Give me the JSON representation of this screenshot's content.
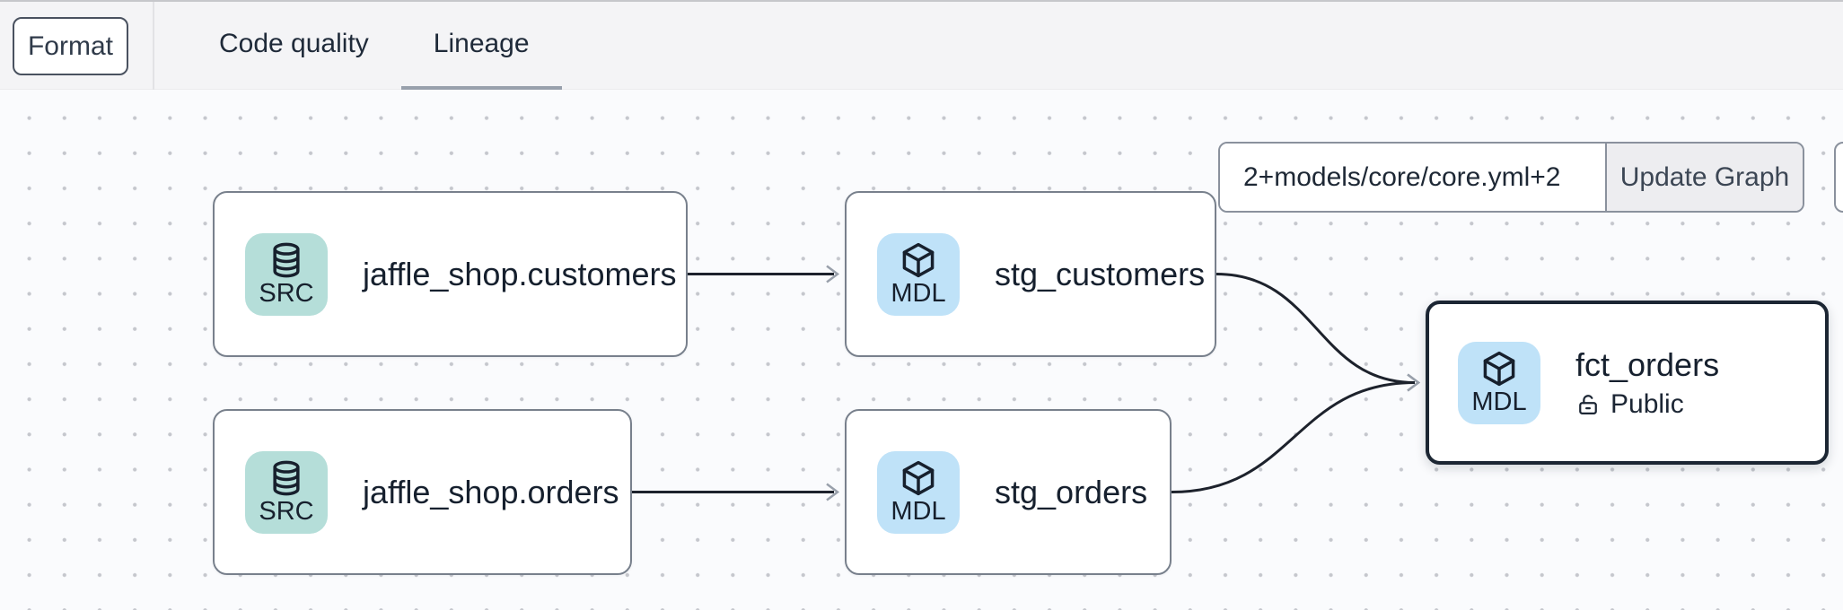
{
  "header": {
    "format_button": "Format",
    "tabs": [
      {
        "label": "Code quality",
        "active": false
      },
      {
        "label": "Lineage",
        "active": true
      }
    ]
  },
  "toolbar": {
    "selector_value": "2+models/core/core.yml+2",
    "update_button": "Update Graph"
  },
  "graph": {
    "nodes": [
      {
        "id": "src_customers",
        "label": "jaffle_shop.customers",
        "badge": "SRC",
        "icon": "database-icon",
        "accent": "#b5ded9",
        "selected": false
      },
      {
        "id": "stg_customers",
        "label": "stg_customers",
        "badge": "MDL",
        "icon": "cube-icon",
        "accent": "#bfe2f8",
        "selected": false
      },
      {
        "id": "src_orders",
        "label": "jaffle_shop.orders",
        "badge": "SRC",
        "icon": "database-icon",
        "accent": "#b5ded9",
        "selected": false
      },
      {
        "id": "stg_orders",
        "label": "stg_orders",
        "badge": "MDL",
        "icon": "cube-icon",
        "accent": "#bfe2f8",
        "selected": false
      },
      {
        "id": "fct_orders",
        "label": "fct_orders",
        "badge": "MDL",
        "icon": "cube-icon",
        "accent": "#bfe2f8",
        "selected": true,
        "sub_label": "Public",
        "sub_icon": "unlock-icon"
      }
    ],
    "edges": [
      {
        "from": "src_customers",
        "to": "stg_customers"
      },
      {
        "from": "src_orders",
        "to": "stg_orders"
      },
      {
        "from": "stg_customers",
        "to": "fct_orders"
      },
      {
        "from": "stg_orders",
        "to": "fct_orders"
      }
    ]
  },
  "colors": {
    "edge": "#1d222c",
    "arrowhead": "#99a0ab",
    "selected_border": "#1c2633",
    "tab_underline": "#98a0ac",
    "source_badge": "#b5ded9",
    "model_badge": "#bfe2f8"
  }
}
